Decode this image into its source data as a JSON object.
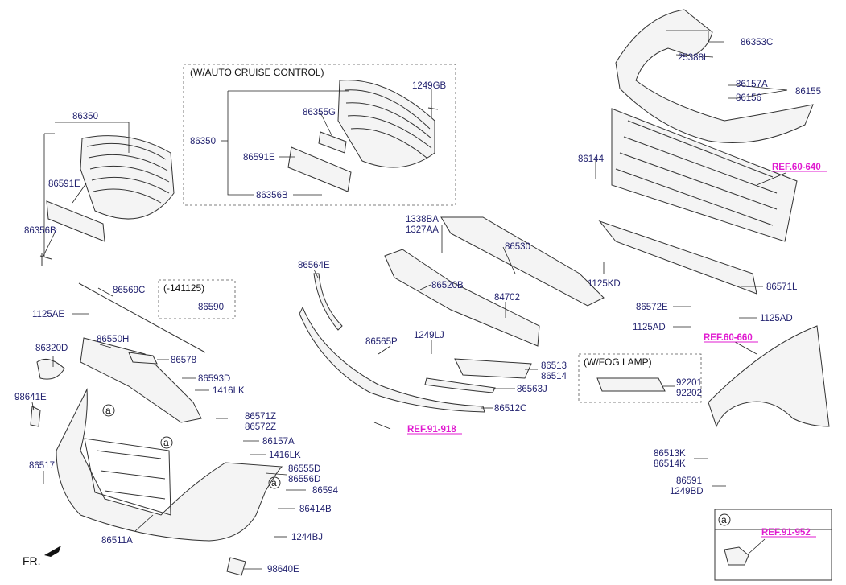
{
  "labels": {
    "p86350_top": "86350",
    "p86591E": "86591E",
    "p86356B": "86356B",
    "cruise_header": "(W/AUTO CRUISE CONTROL)",
    "p1249GB": "1249GB",
    "p86355G": "86355G",
    "p86350_cruise": "86350",
    "p86591E_cruise": "86591E",
    "p86356B_cruise": "86356B",
    "p86353C": "86353C",
    "p25388L": "25388L",
    "p86157A_top": "86157A",
    "p86156": "86156",
    "p86155": "86155",
    "p86144": "86144",
    "ref60640": "REF.60-640",
    "p1338BA": "1338BA",
    "p1327AA": "1327AA",
    "p86530": "86530",
    "p86564E": "86564E",
    "p86520B": "86520B",
    "p84702": "84702",
    "p1125KD": "1125KD",
    "p86571L": "86571L",
    "p86572E": "86572E",
    "p1125AD_right": "1125AD",
    "p1125AD_mid": "1125AD",
    "ref60660": "REF.60-660",
    "p86569C": "86569C",
    "box141125": "(-141125)",
    "p86590": "86590",
    "p1125AE": "1125AE",
    "p86320D": "86320D",
    "p86550H": "86550H",
    "p86578": "86578",
    "p86593D": "86593D",
    "p1416LK_a": "1416LK",
    "p98641E": "98641E",
    "p86571Z": "86571Z",
    "p86572Z": "86572Z",
    "p86565P": "86565P",
    "p1249LJ": "1249LJ",
    "p86513": "86513",
    "p86514": "86514",
    "p86563J": "86563J",
    "p86512C": "86512C",
    "ref91918": "REF.91-918",
    "fog_header": "(W/FOG LAMP)",
    "p92201": "92201",
    "p92202": "92202",
    "p86157A_b": "86157A",
    "p1416LK_b": "1416LK",
    "p86555D": "86555D",
    "p86556D": "86556D",
    "p86517": "86517",
    "p86594": "86594",
    "p86414B": "86414B",
    "p1244BJ": "1244BJ",
    "p86511A": "86511A",
    "p98640E": "98640E",
    "p86513K": "86513K",
    "p86514K": "86514K",
    "p86591": "86591",
    "p1249BD": "1249BD",
    "ref91952": "REF.91-952",
    "circ_a1": "a",
    "circ_a2": "a",
    "circ_a3": "a",
    "circ_a_box": "a",
    "fr": "FR."
  },
  "colors": {
    "label": "#232370",
    "ref": "#e01bd0",
    "line": "#333333"
  }
}
